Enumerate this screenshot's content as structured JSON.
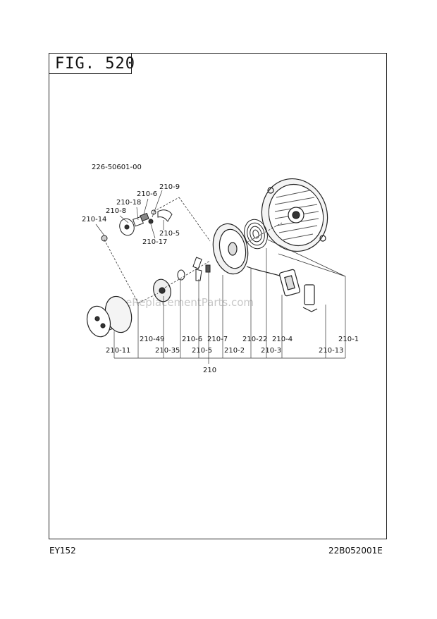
{
  "figure": {
    "title": "FIG. 520"
  },
  "assembly_number": "226-50601-00",
  "watermark": "eReplacementParts.com",
  "footer": {
    "model": "EY152",
    "doc_number": "22B052001E"
  },
  "callouts": {
    "c210_9": "210-9",
    "c210_6_top": "210-6",
    "c210_18": "210-18",
    "c210_8": "210-8",
    "c210_14": "210-14",
    "c210_5_top": "210-5",
    "c210_17": "210-17"
  },
  "bottom_labels": {
    "row1": [
      "210-49",
      "210-6",
      "210-7",
      "210-22",
      "210-4",
      "210-1"
    ],
    "row2": [
      "210-11",
      "210-35",
      "210-5",
      "210-2",
      "210-3",
      "210-13"
    ],
    "assembly": "210"
  }
}
